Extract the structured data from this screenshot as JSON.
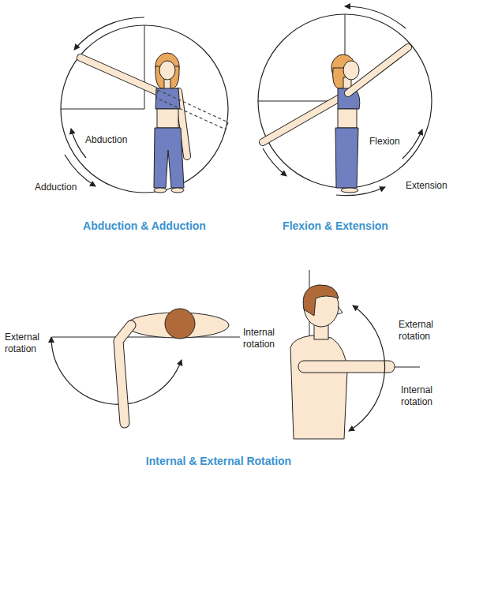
{
  "diagram": {
    "labels": [
      "Abduction",
      "Adduction",
      "Abduction & Adduction",
      "Flexion",
      "Extension",
      "Flexion & Extension",
      "External rotation",
      "Internal rotation",
      "External rotation",
      "Internal rotation",
      "Internal & External Rotation"
    ]
  }
}
